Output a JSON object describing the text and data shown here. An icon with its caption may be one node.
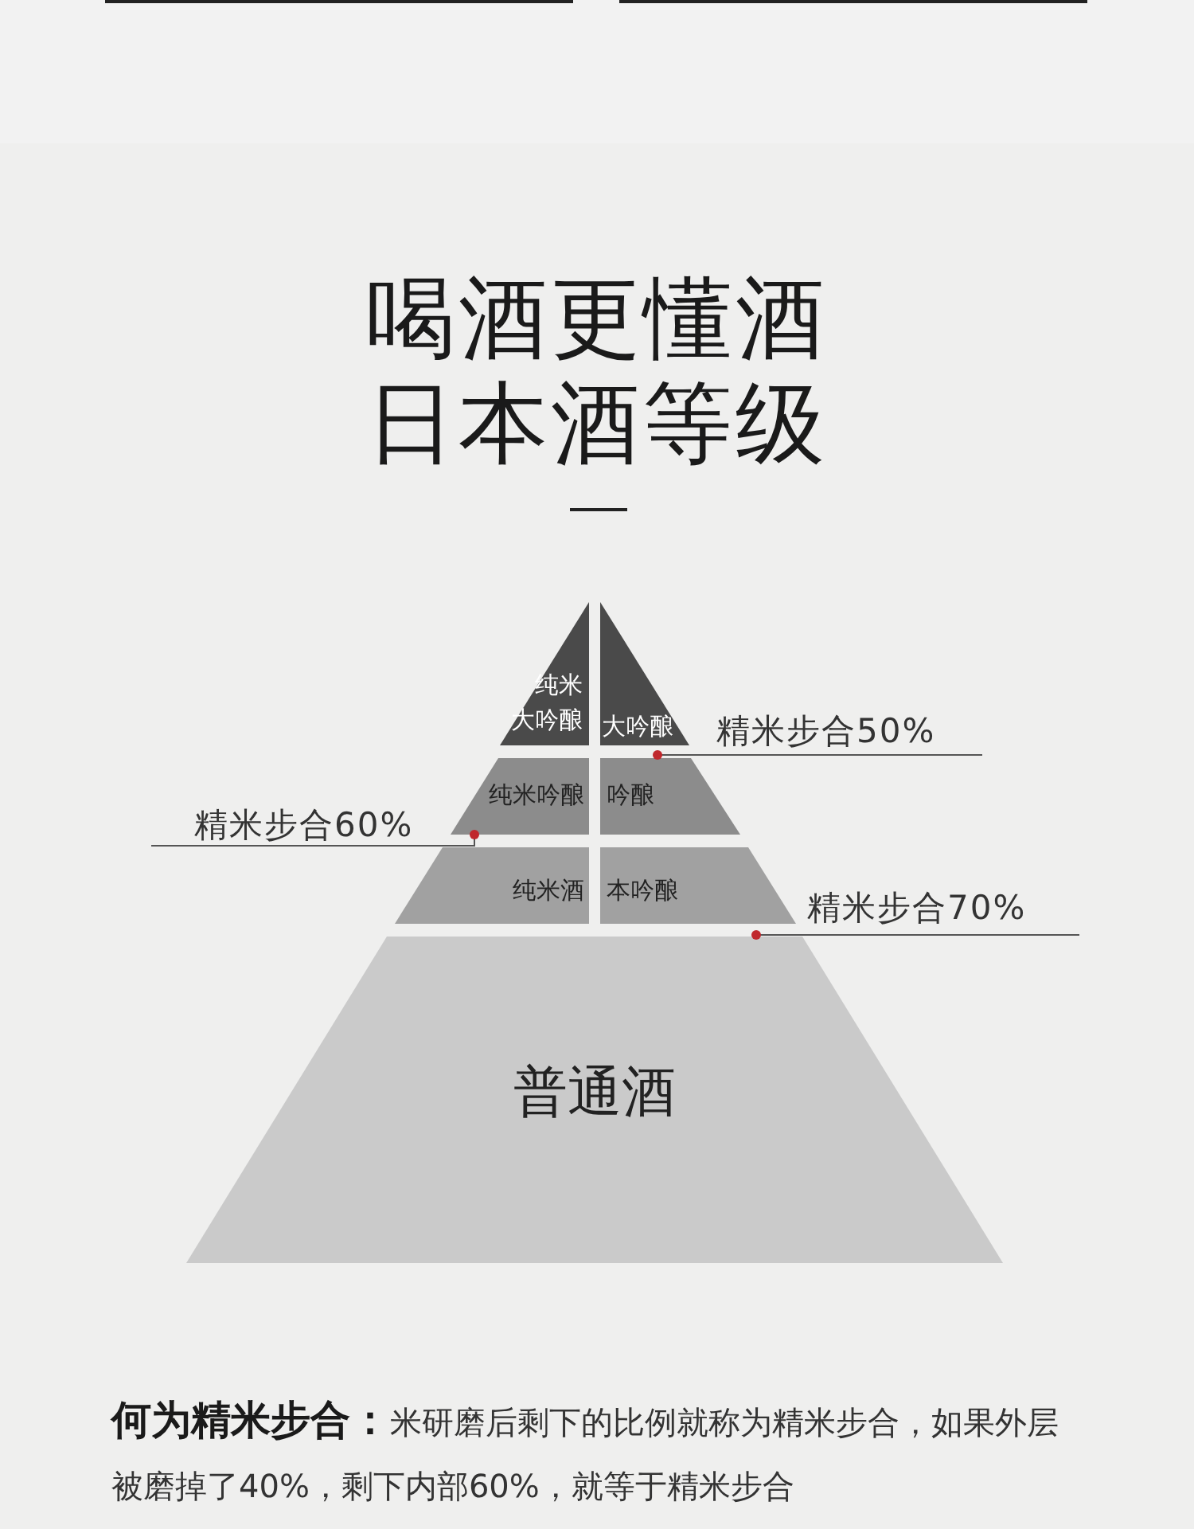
{
  "diagram": {
    "title": "喝酒更懂酒日本酒等级",
    "nodes": [
      {
        "text": [
          "纯米",
          "大吟酿"
        ]
      },
      {
        "text": [
          "大吟酿"
        ]
      },
      {
        "text": [
          "纯米吟酿"
        ]
      },
      {
        "text": [
          "吟酿"
        ]
      },
      {
        "text": [
          "纯米酒"
        ]
      },
      {
        "text": [
          "本吟酿"
        ]
      },
      {
        "text": [
          "普通酒"
        ]
      },
      {
        "text": [
          "精米步合50%"
        ]
      },
      {
        "text": [
          "精米步合60%"
        ]
      },
      {
        "text": [
          "精米步合70%"
        ]
      }
    ],
    "edges": [
      {
        "from": 7,
        "to": null,
        "arrow": "other"
      },
      {
        "from": 8,
        "to": 2,
        "arrow": "other"
      },
      {
        "from": 9,
        "to": null,
        "arrow": "other"
      }
    ],
    "labels": [
      "**何为精米步合：**米研磨后剩下的比例就称为精米步合，如果外层被磨掉了40%，剩下内部60%，就等于精米步合"
    ]
  }
}
